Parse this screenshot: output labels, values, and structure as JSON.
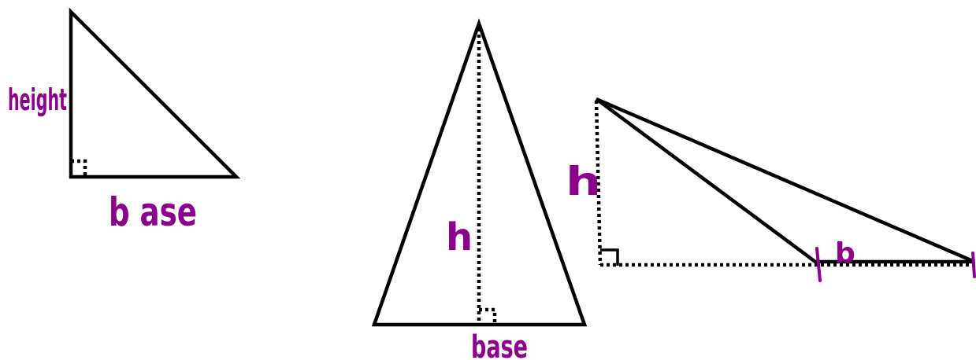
{
  "colors": {
    "lines": "#000000",
    "labels": "#8b008b"
  },
  "labels": {
    "triangle_left_height": "height",
    "triangle_left_base": "b ase",
    "triangle_middle_height": "h",
    "triangle_middle_base": "base",
    "triangle_right_height": "h",
    "triangle_right_base": "b"
  }
}
